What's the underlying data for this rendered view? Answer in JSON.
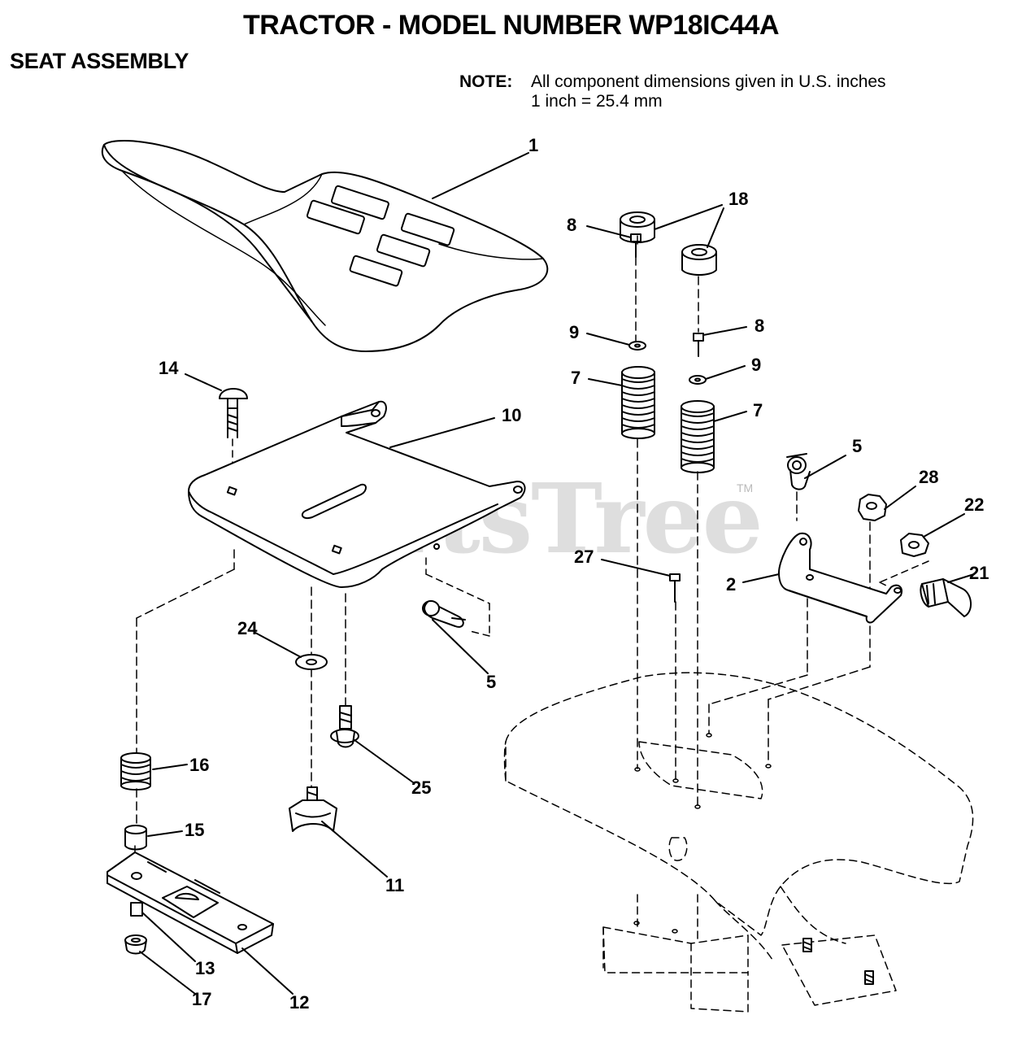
{
  "header": {
    "title": "TRACTOR - MODEL NUMBER WP18IC44A",
    "subtitle": "SEAT ASSEMBLY"
  },
  "note": {
    "label": "NOTE:",
    "line1": "All component dimensions given in U.S. inches",
    "line2": "1 inch = 25.4 mm"
  },
  "watermark": {
    "text": "PartsTree",
    "tm": "TM"
  },
  "callouts": {
    "c1": "1",
    "c18": "18",
    "c8a": "8",
    "c8b": "8",
    "c9a": "9",
    "c9b": "9",
    "c7a": "7",
    "c7b": "7",
    "c14": "14",
    "c10": "10",
    "c5a": "5",
    "c5b": "5",
    "c28": "28",
    "c22": "22",
    "c21": "21",
    "c2": "2",
    "c27": "27",
    "c24": "24",
    "c16": "16",
    "c25": "25",
    "c15": "15",
    "c11": "11",
    "c13": "13",
    "c17": "17",
    "c12": "12"
  }
}
